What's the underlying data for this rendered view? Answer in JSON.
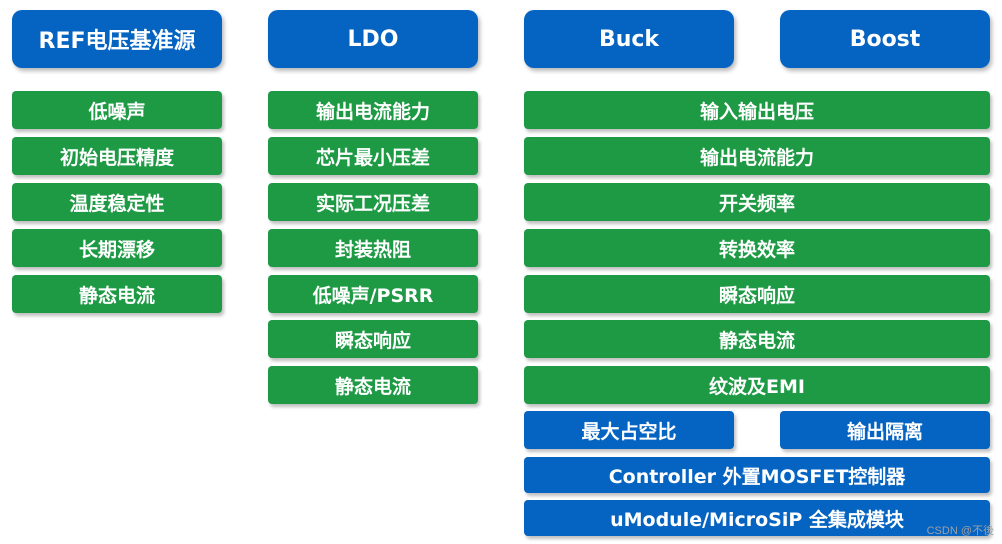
{
  "ref": {
    "header": "REF电压基准源",
    "items": [
      "低噪声",
      "初始电压精度",
      "温度稳定性",
      "长期漂移",
      "静态电流"
    ]
  },
  "ldo": {
    "header": "LDO",
    "items": [
      "输出电流能力",
      "芯片最小压差",
      "实际工况压差",
      "封装热阻",
      "低噪声/PSRR",
      "瞬态响应",
      "静态电流"
    ]
  },
  "buck": {
    "header": "Buck"
  },
  "boost": {
    "header": "Boost"
  },
  "switching": {
    "items": [
      "输入输出电压",
      "输出电流能力",
      "开关频率",
      "转换效率",
      "瞬态响应",
      "静态电流",
      "纹波及EMI"
    ],
    "buck_only": "最大占空比",
    "boost_only": "输出隔离",
    "controller": "Controller 外置MOSFET控制器",
    "module": "uModule/MicroSiP 全集成模块"
  },
  "colors": {
    "header_blue": "#0563c1",
    "item_green": "#1e9a45"
  },
  "watermark": "CSDN @不後"
}
